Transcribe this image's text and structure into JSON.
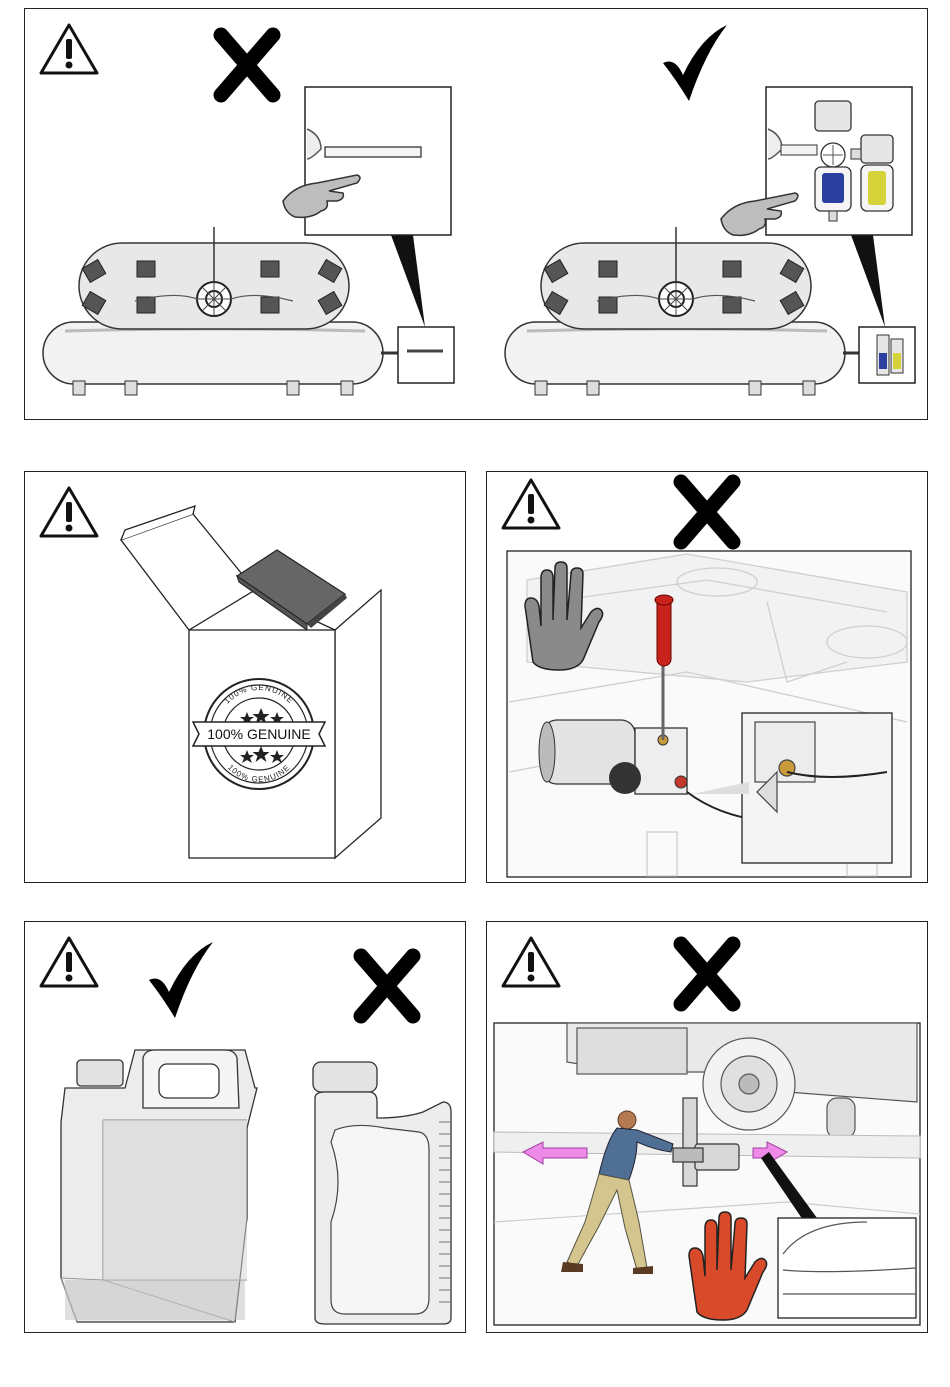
{
  "panels": [
    {
      "id": "compressor",
      "marks": [
        "cross",
        "check"
      ]
    },
    {
      "id": "genuine-parts",
      "seal": {
        "main": "100% GENUINE",
        "arc_top": "100% GENUINE",
        "arc_bottom": "100% GENUINE"
      }
    },
    {
      "id": "pump-tool",
      "marks": [
        "cross"
      ]
    },
    {
      "id": "oil-containers",
      "marks": [
        "check",
        "cross"
      ]
    },
    {
      "id": "lift-person",
      "marks": [
        "cross"
      ]
    }
  ],
  "colors": {
    "border": "#222222",
    "warning_outline": "#111111",
    "tool_handle": "#c8221c",
    "stop_hand_grey": "#8a8a8a",
    "stop_hand_red": "#d84a2a",
    "arrow_pink": "#f08ae8",
    "filter_blue": "#2b3f9e",
    "filter_yellow": "#d6d23a"
  },
  "icons": [
    "warning-triangle-icon",
    "cross-icon",
    "check-icon",
    "stop-hand-icon",
    "pointing-hand-icon"
  ]
}
